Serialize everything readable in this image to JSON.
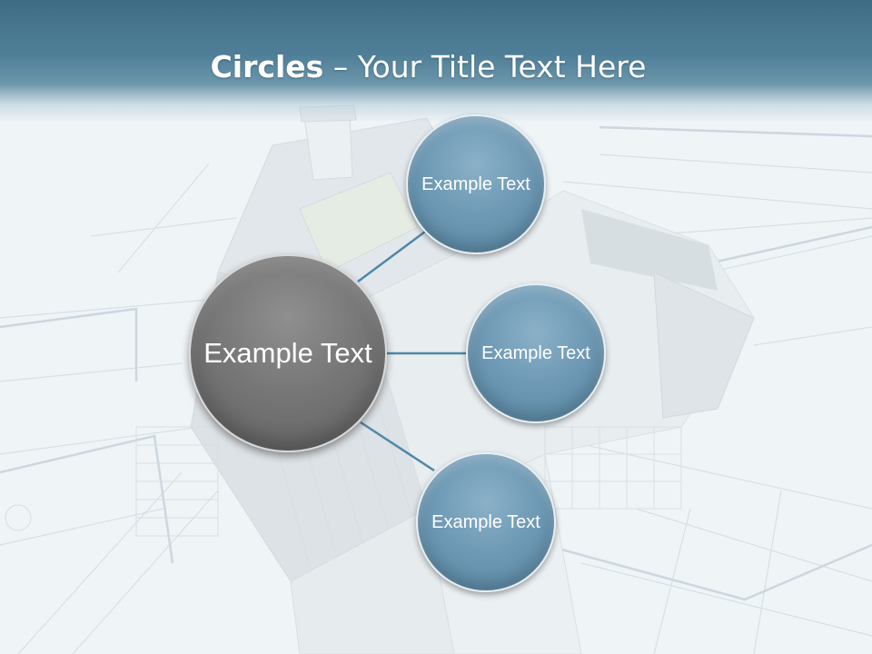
{
  "slide": {
    "title_bold": "Circles",
    "title_rest": " – Your Title Text Here"
  },
  "diagram": {
    "hub": {
      "label": "Example Text",
      "color": "#777777"
    },
    "satellites": [
      {
        "label": "Example Text",
        "color": "#6f9ab5"
      },
      {
        "label": "Example Text",
        "color": "#6f9ab5"
      },
      {
        "label": "Example Text",
        "color": "#6f9ab5"
      }
    ],
    "connector_color": "#4f88a8",
    "header_color": "#4a7b94"
  }
}
